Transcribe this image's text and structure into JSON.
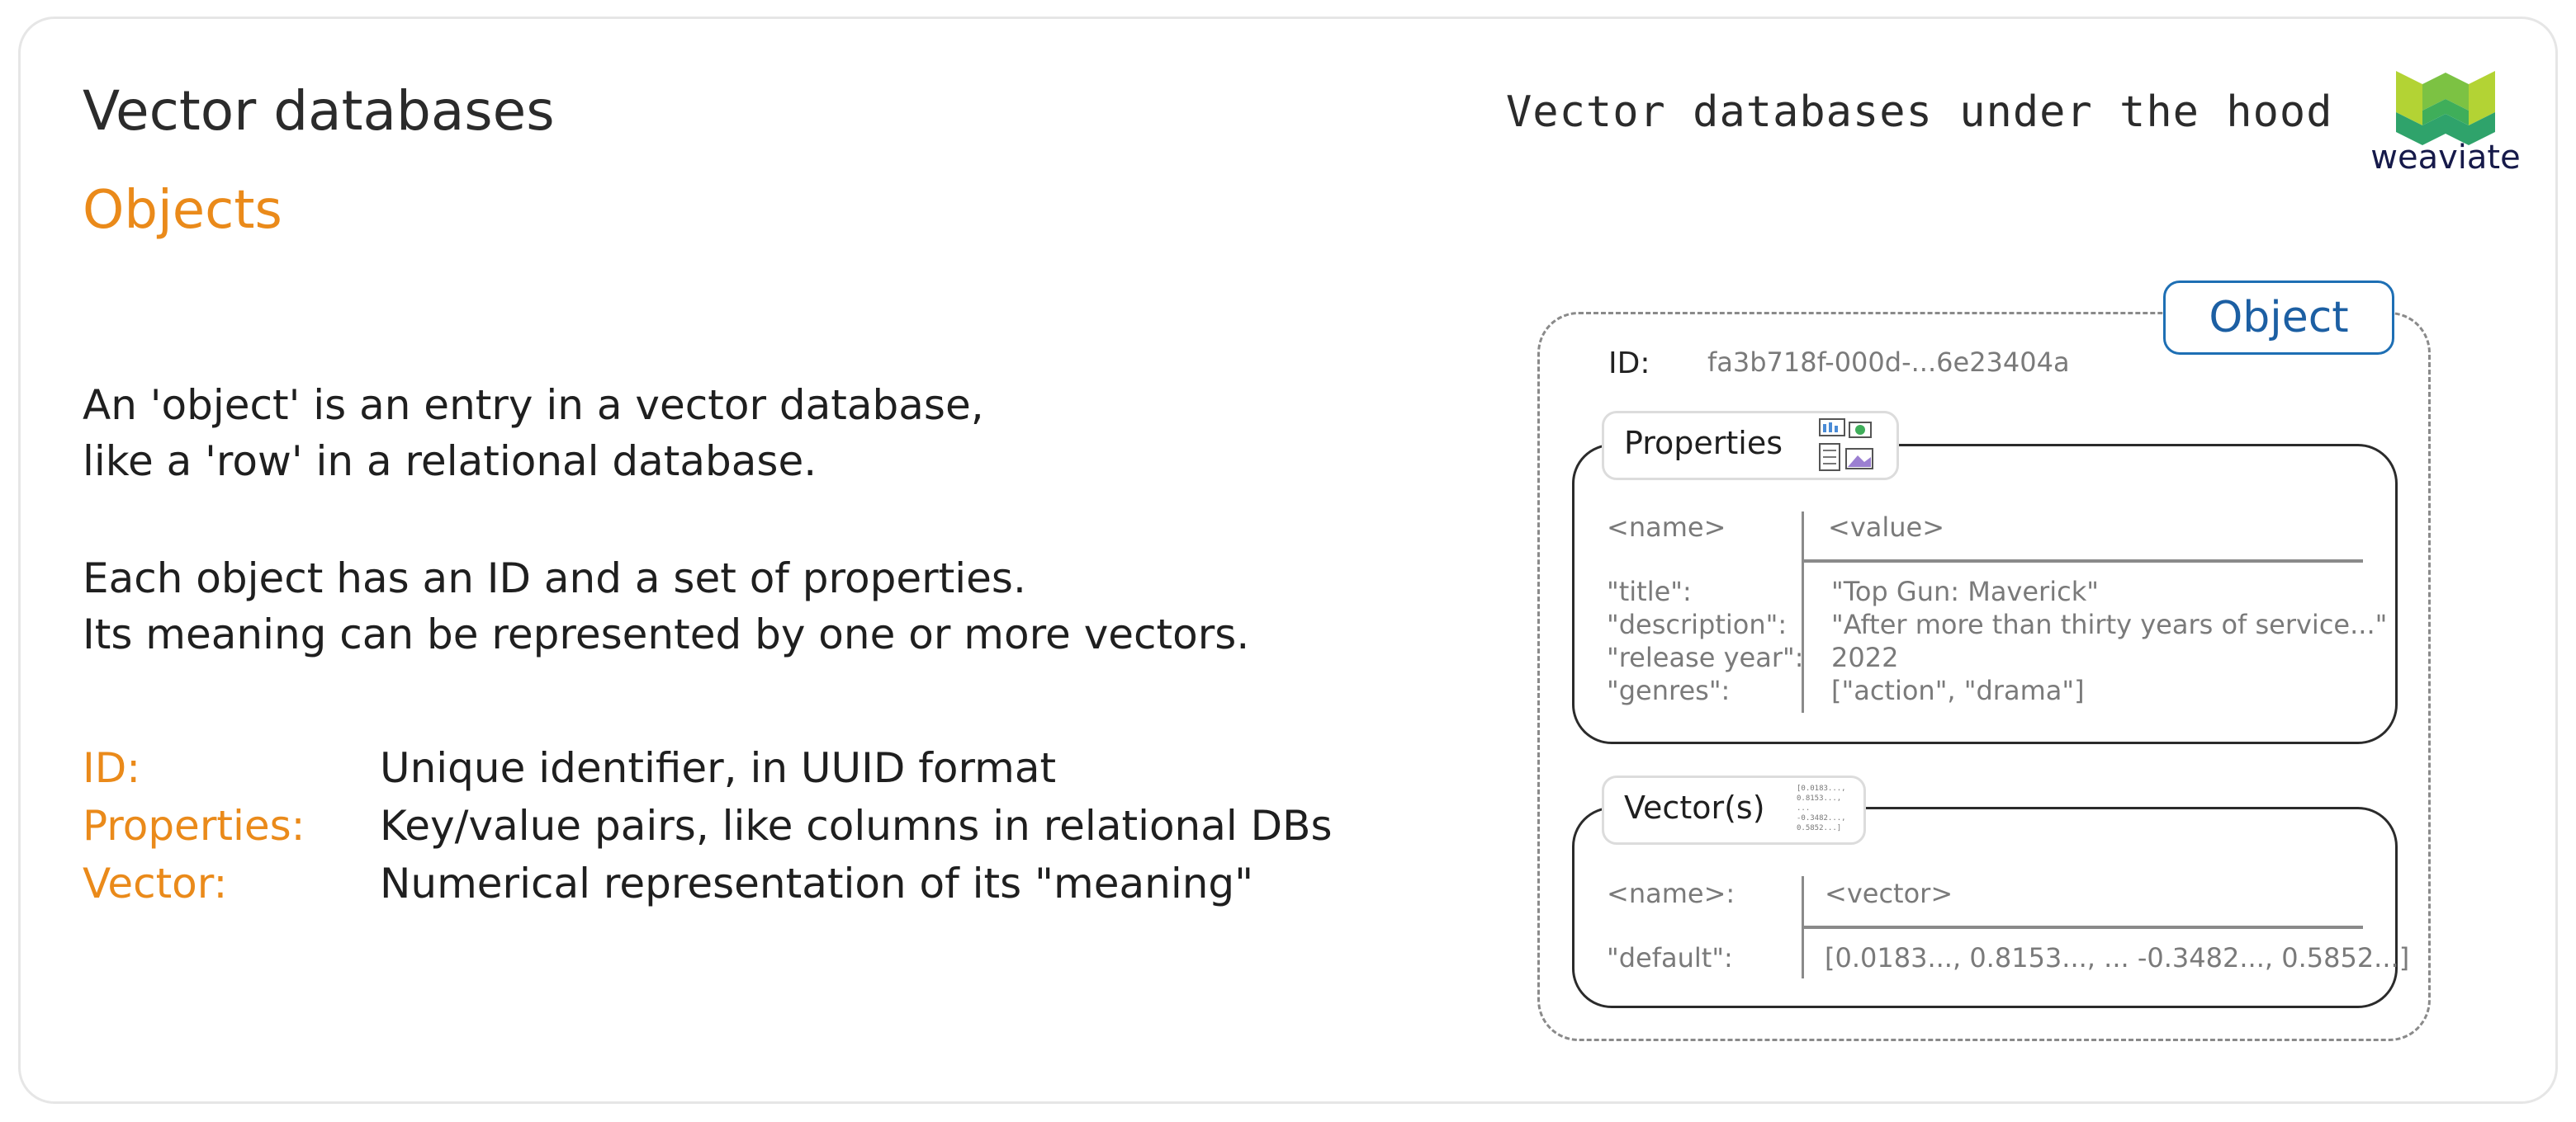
{
  "header": {
    "title": "Vector databases",
    "subtitle": "Objects",
    "right_title": "Vector databases under the hood",
    "logo_text": "weaviate"
  },
  "body": {
    "para1": [
      "An 'object' is an entry in a vector database,",
      "like a 'row' in a relational database."
    ],
    "para2": [
      "Each object has an ID and a set of properties.",
      "Its meaning can be represented by one or more vectors."
    ],
    "definitions": [
      {
        "term": "ID:",
        "desc": "Unique identifier, in UUID format"
      },
      {
        "term": "Properties:",
        "desc": "Key/value pairs, like columns in relational DBs"
      },
      {
        "term": "Vector:",
        "desc": "Numerical representation of its \"meaning\""
      }
    ]
  },
  "diagram": {
    "object_label": "Object",
    "id_label": "ID:",
    "id_value": "fa3b718f-000d-...6e23404a",
    "properties": {
      "label": "Properties",
      "col_name": "<name>",
      "col_value": "<value>",
      "rows": [
        {
          "name": "\"title\":",
          "value": "\"Top Gun: Maverick\""
        },
        {
          "name": "\"description\":",
          "value": "\"After more than thirty years of service...\""
        },
        {
          "name": "\"release year\":",
          "value": "2022"
        },
        {
          "name": "\"genres\":",
          "value": "[\"action\", \"drama\"]"
        }
      ]
    },
    "vectors": {
      "label": "Vector(s)",
      "mini_text": [
        "[0.0183...,",
        "0.8153...,",
        "...",
        "-0.3482...,",
        "0.5852...]"
      ],
      "col_name": "<name>:",
      "col_value": "<vector>",
      "rows": [
        {
          "name": "\"default\":",
          "value": "[0.0183..., 0.8153..., ... -0.3482..., 0.5852...]"
        }
      ]
    }
  },
  "colors": {
    "accent": "#ea8a1a",
    "object_blue": "#1e6fb4",
    "logo_navy": "#161a4a"
  }
}
